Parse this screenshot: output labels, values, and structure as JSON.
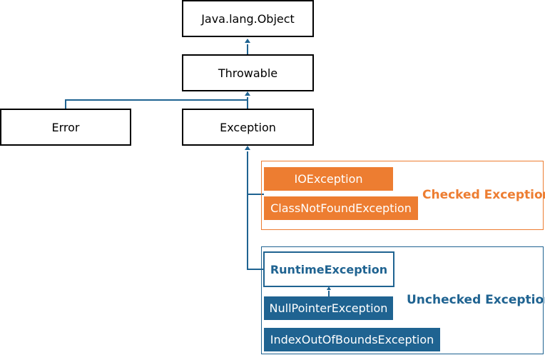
{
  "nodes": {
    "object": "Java.lang.Object",
    "throwable": "Throwable",
    "error": "Error",
    "exception": "Exception",
    "io_exception": "IOException",
    "class_not_found_exception": "ClassNotFoundException",
    "runtime_exception": "RuntimeException",
    "null_pointer_exception": "NullPointerException",
    "index_out_of_bounds_exception": "IndexOutOfBoundsException"
  },
  "groups": {
    "checked_label": "Checked Exception",
    "unchecked_label": "Unchecked Exception"
  },
  "colors": {
    "checked": "#ed7d31",
    "unchecked": "#1f6391",
    "plain_border": "#000000"
  }
}
